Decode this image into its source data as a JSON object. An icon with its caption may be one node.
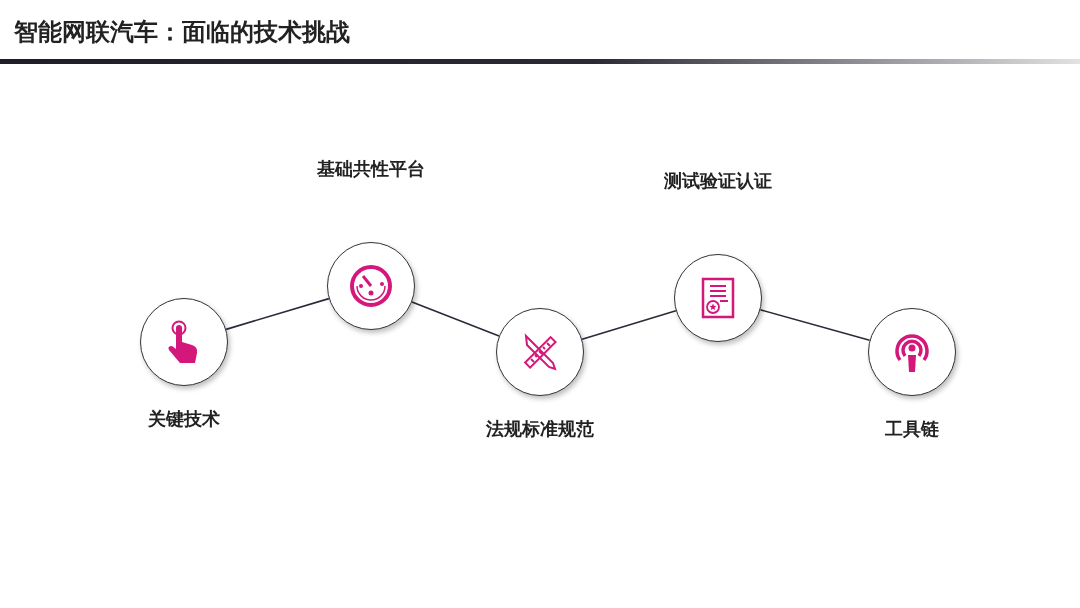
{
  "diagram": {
    "title": "智能网联汽车：面临的技术挑战",
    "nodes": [
      {
        "text": [
          "关键技术"
        ]
      },
      {
        "text": [
          "基础共性平台"
        ]
      },
      {
        "text": [
          "法规标准规范"
        ]
      },
      {
        "text": [
          "测试验证认证"
        ]
      },
      {
        "text": [
          "工具链"
        ]
      }
    ],
    "edges": [
      {
        "from": 0,
        "to": 1,
        "arrow": "none"
      },
      {
        "from": 1,
        "to": 2,
        "arrow": "none"
      },
      {
        "from": 2,
        "to": 3,
        "arrow": "none"
      },
      {
        "from": 3,
        "to": 4,
        "arrow": "none"
      }
    ]
  }
}
